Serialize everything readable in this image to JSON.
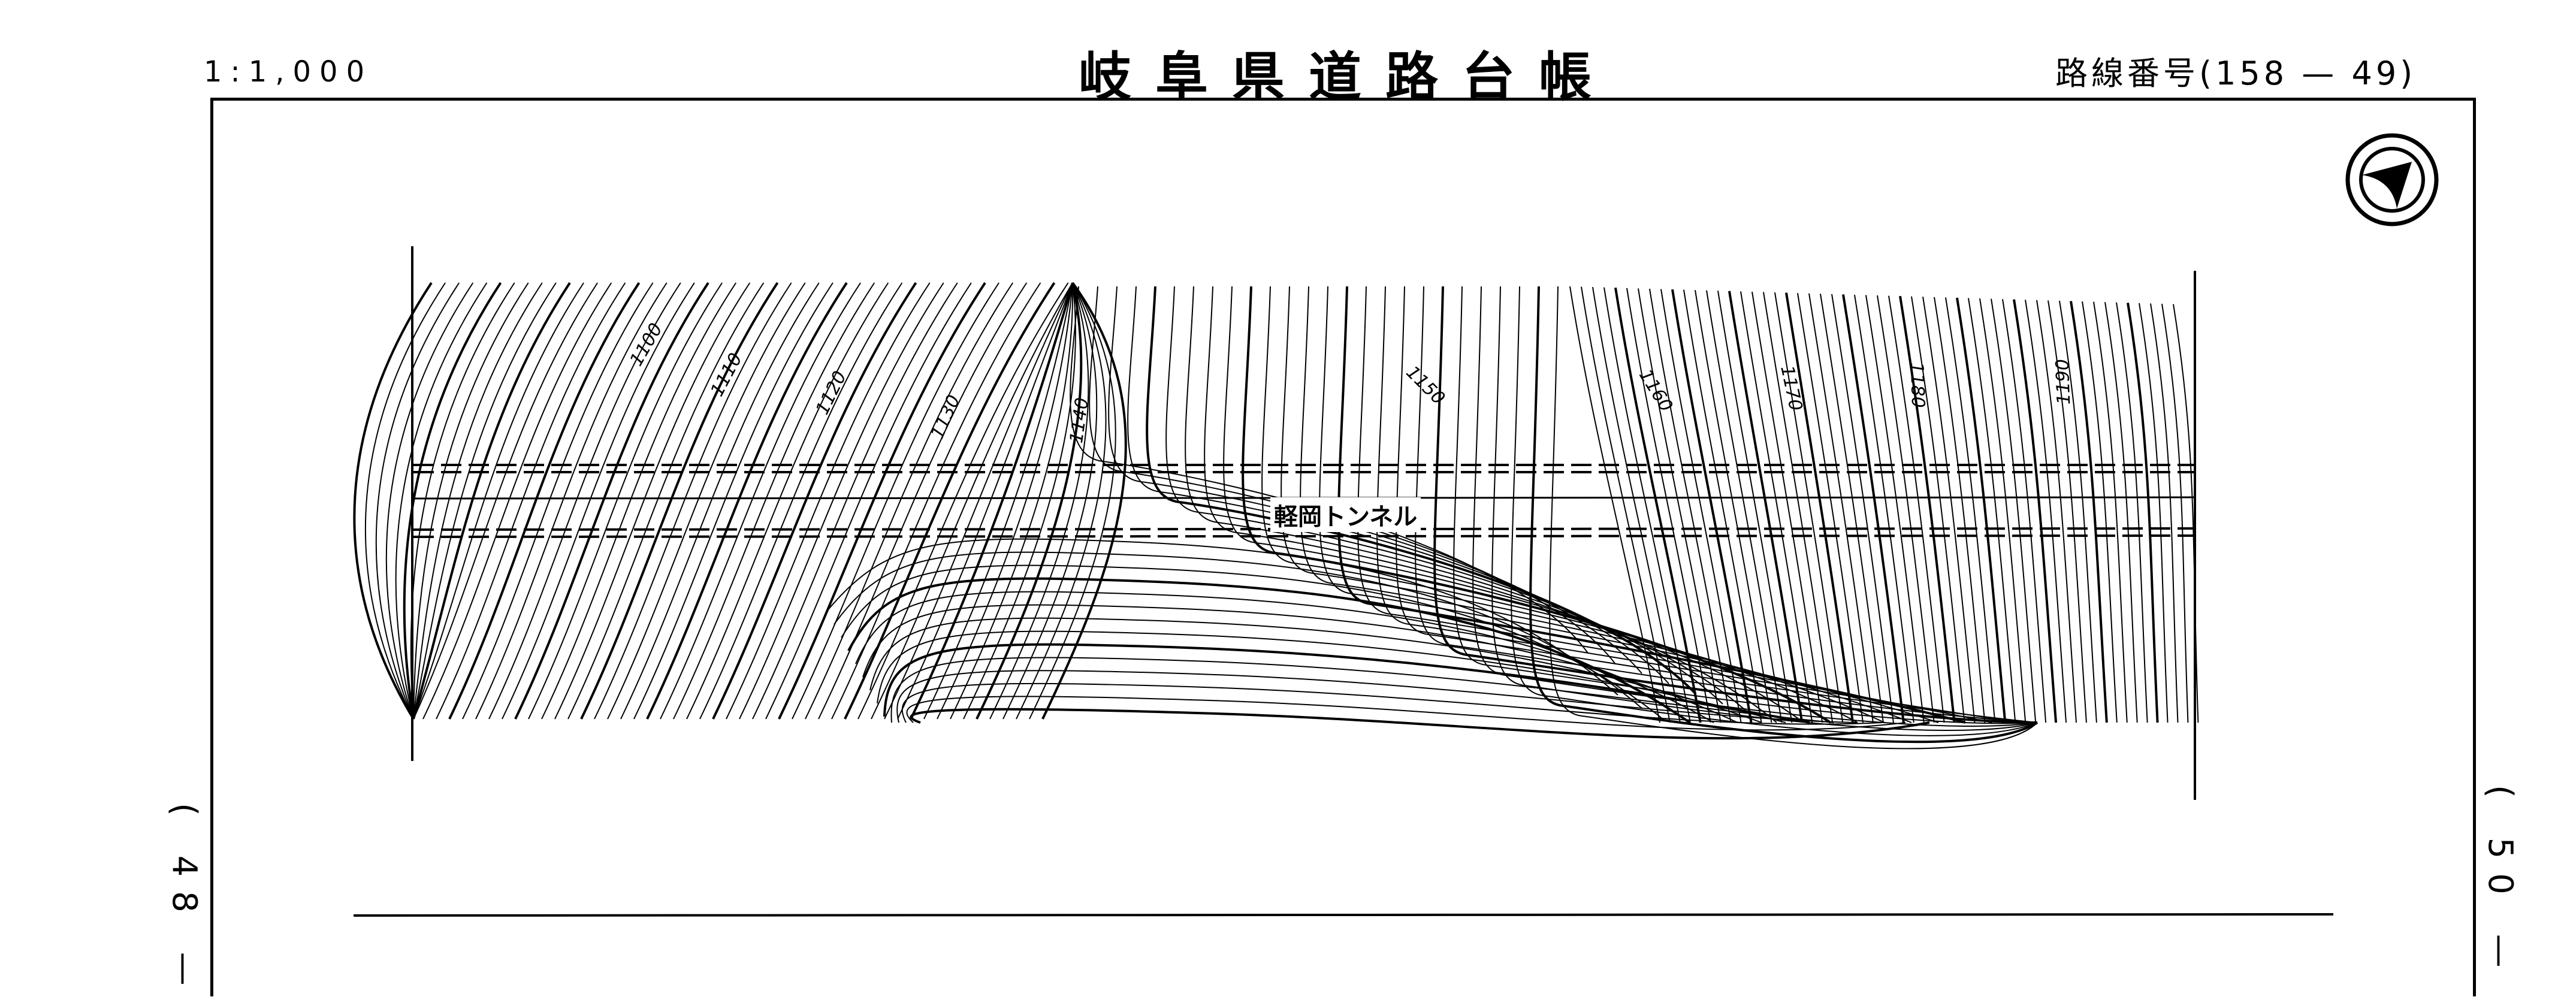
{
  "header": {
    "scale": "1:1,000",
    "title": "岐阜県道路台帳",
    "route_number": "路線番号(158 — 49)"
  },
  "adjacent_sheets": {
    "left": "( 48 —",
    "right": "( 50 —"
  },
  "map": {
    "north_arrow_icon": "north-arrow-icon",
    "tunnel_label": "軽岡トンネル",
    "contour_labels": [
      "1100",
      "1110",
      "1120",
      "1130",
      "1140",
      "1150",
      "1160",
      "1170",
      "1180",
      "1190"
    ]
  }
}
